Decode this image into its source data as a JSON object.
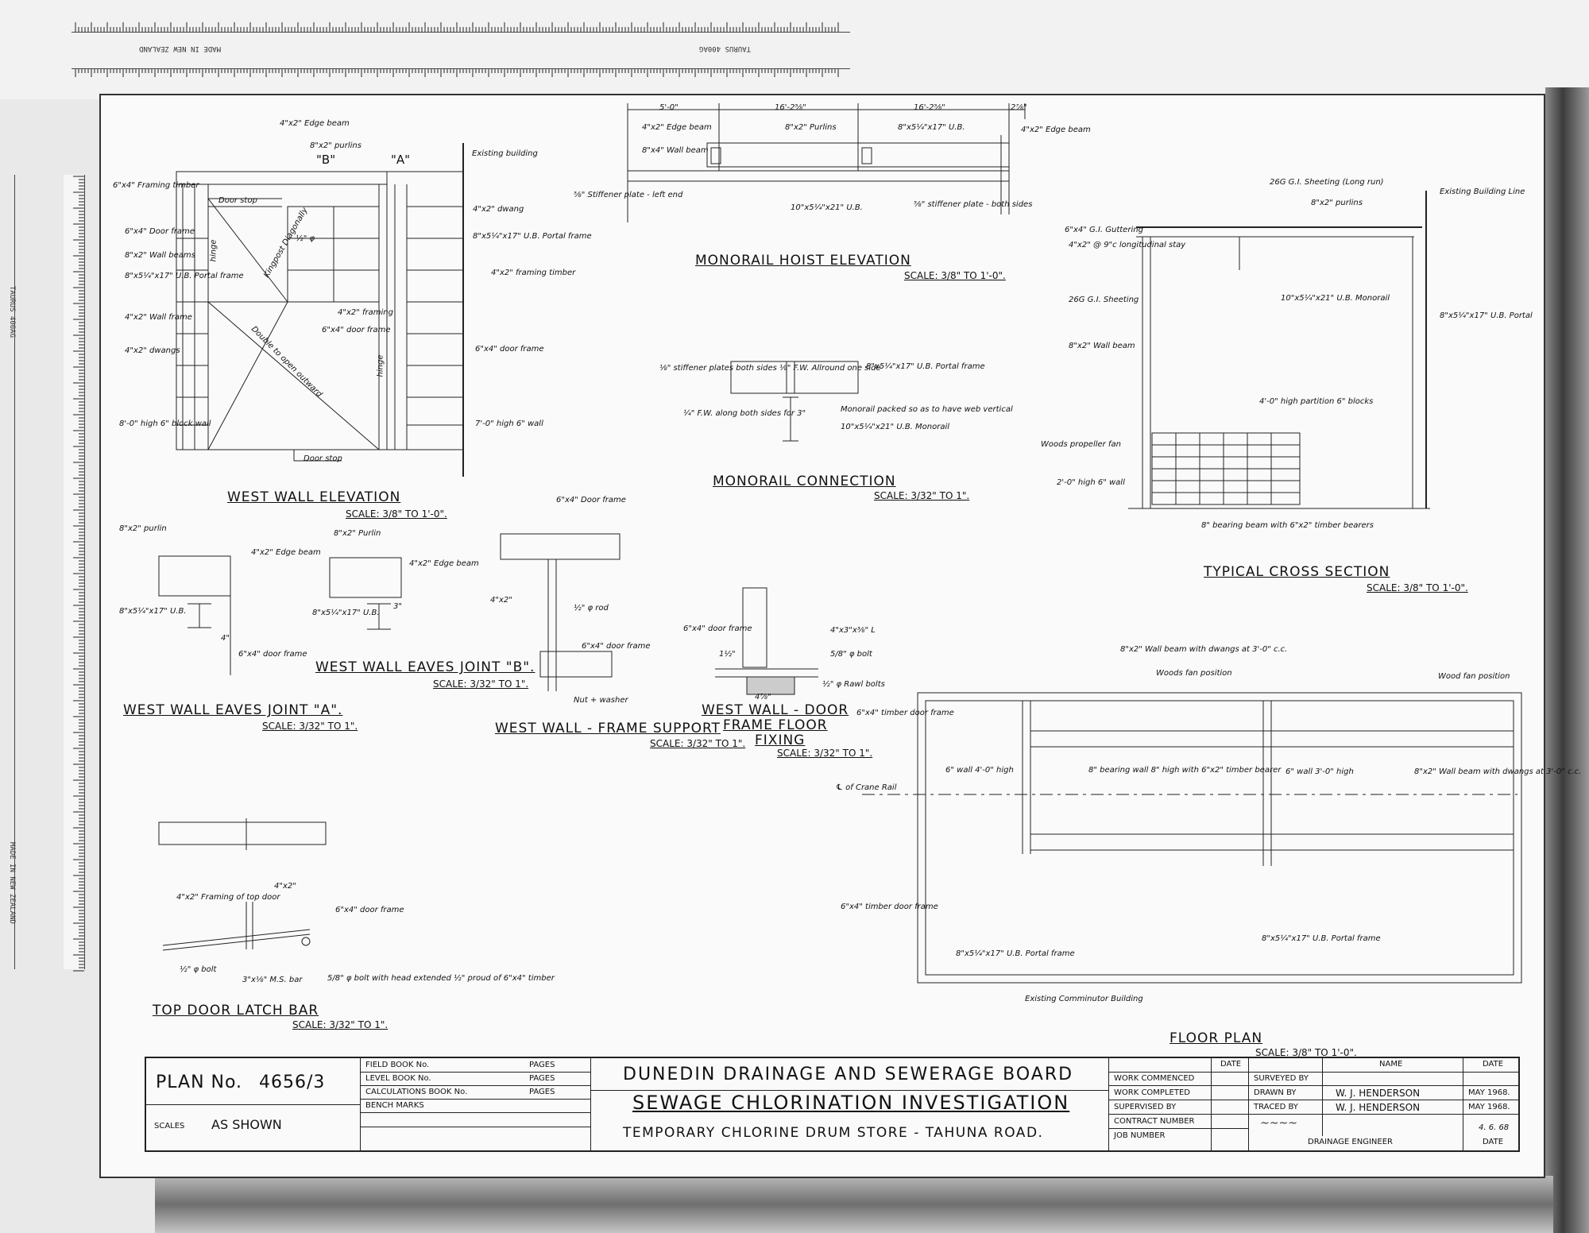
{
  "ruler_top": {
    "label_a": "MADE IN NEW ZEALAND",
    "label_b": "TAURUS 400AG"
  },
  "ruler_left": {
    "label_a": "TAURUS 400AG",
    "label_b": "MADE IN NEW ZEALAND"
  },
  "views": {
    "west_wall_elevation": {
      "title": "WEST WALL ELEVATION",
      "scale": "SCALE: 3/8\" TO 1'-0\"."
    },
    "monorail_hoist_elevation": {
      "title": "MONORAIL HOIST ELEVATION",
      "scale": "SCALE: 3/8\" TO 1'-0\"."
    },
    "monorail_connection": {
      "title": "MONORAIL CONNECTION",
      "scale": "SCALE: 3/32\" TO 1\"."
    },
    "typical_cross_section": {
      "title": "TYPICAL CROSS SECTION",
      "scale": "SCALE: 3/8\" TO 1'-0\"."
    },
    "eaves_joint_a": {
      "title": "WEST WALL EAVES JOINT \"A\".",
      "scale": "SCALE: 3/32\" TO 1\"."
    },
    "eaves_joint_b": {
      "title": "WEST WALL EAVES JOINT \"B\".",
      "scale": "SCALE: 3/32\" TO 1\"."
    },
    "frame_support": {
      "title": "WEST WALL - FRAME SUPPORT",
      "scale": "SCALE: 3/32\" TO 1\"."
    },
    "door_frame_fixing": {
      "title_1": "WEST WALL - DOOR",
      "title_2": "FRAME FLOOR",
      "title_3": "FIXING",
      "scale": "SCALE: 3/32\" TO 1\"."
    },
    "floor_plan": {
      "title": "FLOOR PLAN",
      "scale": "SCALE: 3/8\" TO 1'-0\"."
    },
    "top_door_latch_bar": {
      "title": "TOP DOOR LATCH BAR",
      "scale": "SCALE: 3/32\" TO 1\"."
    }
  },
  "notes": {
    "edge_beam": "4\"x2\" Edge beam",
    "purlins": "8\"x2\" purlins",
    "existing_building": "Existing building",
    "framing_timber": "6\"x4\" Framing timber",
    "door_stop": "Door stop",
    "dwang": "4\"x2\" dwang",
    "portal_frame": "8\"x5¼\"x17\" U.B. Portal frame",
    "door_frame_6x4": "6\"x4\" Door frame",
    "wall_beams": "8\"x2\" Wall beams",
    "framing_timber_4x2": "4\"x2\" framing timber",
    "wall_frame": "4\"x2\" Wall frame",
    "dwangs": "4\"x2\" dwangs",
    "block_wall": "8'-0\" high 6\" block wall",
    "block_wall_7": "7'-0\" high 6\" wall",
    "door_stop_2": "Door stop",
    "marker_a": "\"A\"",
    "marker_b": "\"B\"",
    "rod": "½\" φ",
    "framing": "4\"x2\" framing",
    "door_frame": "6\"x4\" door frame",
    "hinge": "hinge",
    "diagonal_1": "Kingpost Diagonally",
    "diagonal_2": "Double to open outward",
    "mh_dim_1": "5'-0\"",
    "mh_dim_2": "16'-2⅝\"",
    "mh_dim_3": "16'-2⅝\"",
    "mh_dim_4": "2⅞\"",
    "mh_edge_beam": "4\"x2\" Edge beam",
    "mh_purlins": "8\"x2\" Purlins",
    "mh_ub": "8\"x5¼\"x17\" U.B.",
    "mh_edge_beam_2": "4\"x2\" Edge beam",
    "mh_wall_beam": "8\"x4\" Wall beam",
    "mh_stiffener": "⅝\" Stiffener plate - left end",
    "mh_monorail": "10\"x5¼\"x21\" U.B.",
    "mh_stiffener_2": "⅝\" stiffener plate - both sides",
    "mc_stiffener": "⅛\" stiffener plates both sides ⅛\" F.W. Allround one side",
    "mc_portal": "8\"x5¼\"x17\" U.B. Portal frame",
    "mc_fw": "¼\" F.W. along both sides for 3\"",
    "mc_packed": "Monorail packed so as to have web vertical",
    "mc_monorail": "10\"x5¼\"x21\" U.B. Monorail",
    "cs_sheeting": "26G G.I. Sheeting (Long run)",
    "cs_existing_line": "Existing Building Line",
    "cs_purlins": "8\"x2\" purlins",
    "cs_guttering": "6\"x4\" G.I. Guttering",
    "cs_stay": "4\"x2\" @ 9\"c longitudinal stay",
    "cs_monorail": "10\"x5¼\"x21\" U.B. Monorail",
    "cs_sheeting_2": "26G G.I. Sheeting",
    "cs_portal": "8\"x5¼\"x17\" U.B. Portal",
    "cs_wall_beam": "8\"x2\" Wall beam",
    "cs_partition": "4'-0\" high partition 6\" blocks",
    "cs_fan": "Woods propeller fan",
    "cs_wall_2": "2'-0\" high 6\" wall",
    "cs_bearing": "8\" bearing beam with 6\"x2\" timber bearers",
    "ej_purlin": "8\"x2\" purlin",
    "ej_edge": "4\"x2\" Edge beam",
    "ej_ub": "8\"x5¼\"x17\" U.B.",
    "ej_door": "6\"x4\" door frame",
    "ej_dim": "4\"",
    "ejb_purlin": "8\"x2\" Purlin",
    "ejb_edge": "4\"x2\" Edge beam",
    "ejb_ub": "8\"x5¼\"x17\" U.B.",
    "ejb_dim": "3\"",
    "fs_door": "6\"x4\" Door frame",
    "fs_framing": "4\"x2\"",
    "fs_rod": "½\" φ rod",
    "fs_door_2": "6\"x4\" door frame",
    "fs_nut": "Nut + washer",
    "df_door": "6\"x4\" door frame",
    "df_angle": "4\"x3\"x⅜\" L",
    "df_bolt": "5/8\" φ bolt",
    "df_rawl": "½\" φ Rawl bolts",
    "df_dim": "4⅞\"",
    "df_dim_2": "1½\"",
    "fp_wall_beam": "8\"x2\" Wall beam with dwangs at 3'-0\" c.c.",
    "fp_fan": "Woods fan position",
    "fp_fan_2": "Wood fan position",
    "fp_door": "6\"x4\" timber door frame",
    "fp_wall_4": "6\" wall 4'-0\" high",
    "fp_bearing": "8\" bearing wall 8\" high with 6\"x2\" timber bearer",
    "fp_wall_3": "6\" wall 3'-0\" high",
    "fp_wall_beam_2": "8\"x2\" Wall beam with dwangs at 3'-0\" c.c.",
    "fp_crane": "℄ of Crane Rail",
    "fp_door_2": "6\"x4\" timber door frame",
    "fp_portal": "8\"x5¼\"x17\" U.B. Portal frame",
    "fp_portal_2": "8\"x5¼\"x17\" U.B. Portal frame",
    "fp_existing": "Existing Comminutor Building",
    "tl_framing": "4\"x2\" Framing of top door",
    "tl_framing_2": "4\"x2\"",
    "tl_door": "6\"x4\" door frame",
    "tl_bolt": "½\" φ bolt",
    "tl_bar": "3\"x⅛\" M.S. bar",
    "tl_bolt_2": "5/8\" φ bolt with head extended ½\" proud of 6\"x4\" timber"
  },
  "title_block": {
    "plan_label": "PLAN No.",
    "plan_no": "4656/3",
    "scales_label": "SCALES",
    "scales_value": "AS SHOWN",
    "field_book": "FIELD BOOK No.",
    "level_book": "LEVEL BOOK No.",
    "calc_book": "CALCULATIONS BOOK No.",
    "bench_marks": "BENCH MARKS",
    "pages": "PAGES",
    "organization": "DUNEDIN DRAINAGE AND SEWERAGE BOARD",
    "project": "SEWAGE CHLORINATION INVESTIGATION",
    "subtitle": "TEMPORARY CHLORINE DRUM STORE - TAHUNA ROAD.",
    "date_header": "DATE",
    "name_header": "NAME",
    "work_commenced": "WORK COMMENCED",
    "work_completed": "WORK COMPLETED",
    "supervised_by": "SUPERVISED BY",
    "contract_number": "CONTRACT NUMBER",
    "job_number": "JOB NUMBER",
    "surveyed_by": "SURVEYED BY",
    "drawn_by": "DRAWN BY",
    "traced_by": "TRACED BY",
    "drawn_name": "W. J. HENDERSON",
    "traced_name": "W. J. HENDERSON",
    "drawn_date": "MAY 1968.",
    "traced_date": "MAY 1968.",
    "engineer": "DRAINAGE ENGINEER",
    "sign_date": "4. 6. 68",
    "date_label": "DATE"
  }
}
